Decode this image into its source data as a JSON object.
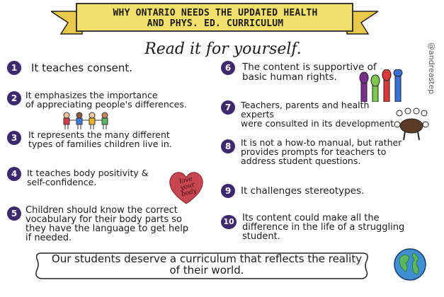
{
  "banner": {
    "title": "WHY ONTARIO NEEDS THE UPDATED HEALTH\nAND PHYS. ED. CURRICULUM",
    "ribbon_color": "#f3e06a"
  },
  "subtitle": "Read it for yourself.",
  "credit": "@andreastep",
  "accent_color": "#3d2a6e",
  "reasons": [
    {
      "number": "1",
      "text": "It teaches consent."
    },
    {
      "number": "2",
      "text": "It emphasizes the importance\nof appreciating people's differences."
    },
    {
      "number": "3",
      "text": "It represents the many different\ntypes of families children live in."
    },
    {
      "number": "4",
      "text": "It teaches body positivity &\nself-confidence."
    },
    {
      "number": "5",
      "text": "Children should know the correct\nvocabulary for their body parts so\nthey have the language to get help\nif needed."
    },
    {
      "number": "6",
      "text": "The content is supportive of\nbasic human rights."
    },
    {
      "number": "7",
      "text": "Teachers, parents and health experts\nwere consulted in its development."
    },
    {
      "number": "8",
      "text": "It is not a how-to manual, but rather\nprovides prompts for teachers to\naddress student questions."
    },
    {
      "number": "9",
      "text": "It challenges stereotypes."
    },
    {
      "number": "10",
      "text": "Its content could make all the\ndifference in the life of a struggling\nstudent."
    }
  ],
  "heart_text": "love\nyour\nbody",
  "footer": "Our students deserve a curriculum that reflects the reality\nof their world.",
  "icons": [
    "people-chain-icon",
    "heart-icon",
    "raised-hands-icon",
    "meeting-table-icon",
    "globe-icon"
  ]
}
